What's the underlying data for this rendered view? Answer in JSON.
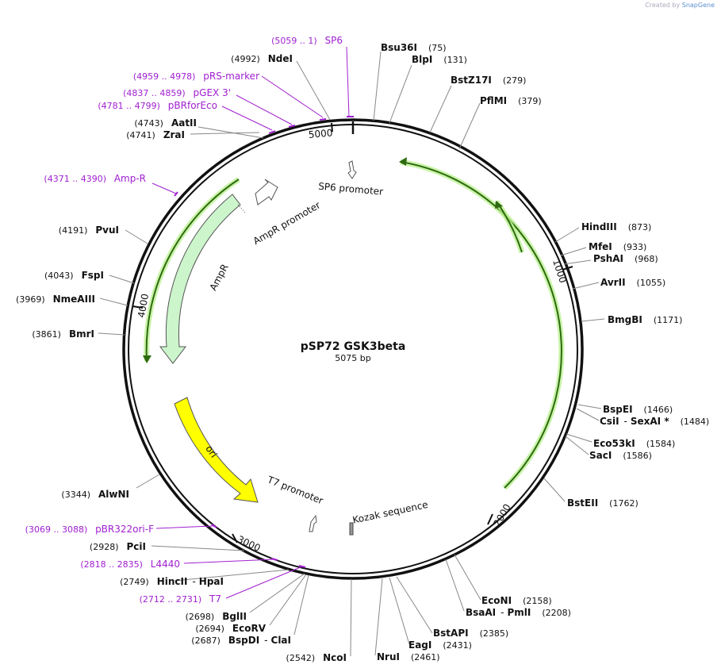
{
  "credit": {
    "prefix": "Created by",
    "brand": "SnapGene"
  },
  "plasmid": {
    "name": "pSP72 GSK3beta",
    "size_label": "5075 bp",
    "length": 5075
  },
  "ticks": [
    {
      "bp": 1000,
      "label": "1000"
    },
    {
      "bp": 2000,
      "label": "2000"
    },
    {
      "bp": 3000,
      "label": "3000"
    },
    {
      "bp": 4000,
      "label": "4000"
    },
    {
      "bp": 5000,
      "label": "5000"
    }
  ],
  "enzymes": [
    {
      "name": "Bsu36I",
      "pos": "(75)"
    },
    {
      "name": "BlpI",
      "pos": "(131)"
    },
    {
      "name": "BstZ17I",
      "pos": "(279)"
    },
    {
      "name": "PflMI",
      "pos": "(379)"
    },
    {
      "name": "HindIII",
      "pos": "(873)"
    },
    {
      "name": "MfeI",
      "pos": "(933)"
    },
    {
      "name": "PshAI",
      "pos": "(968)"
    },
    {
      "name": "AvrII",
      "pos": "(1055)"
    },
    {
      "name": "BmgBI",
      "pos": "(1171)"
    },
    {
      "name": "BspEI",
      "pos": "(1466)"
    },
    {
      "name": "CsiI",
      "sep": "-",
      "name2": "SexAI *",
      "pos": "(1484)"
    },
    {
      "name": "Eco53kI",
      "pos": "(1584)"
    },
    {
      "name": "SacI",
      "pos": "(1586)"
    },
    {
      "name": "BstEII",
      "pos": "(1762)"
    },
    {
      "name": "EcoNI",
      "pos": "(2158)"
    },
    {
      "name": "BsaAI",
      "sep": "-",
      "name2": "PmlI",
      "pos": "(2208)"
    },
    {
      "name": "BstAPI",
      "pos": "(2385)"
    },
    {
      "name": "EagI",
      "pos": "(2431)"
    },
    {
      "name": "NruI",
      "pos": "(2461)"
    },
    {
      "name": "NcoI",
      "pos": "(2542)"
    },
    {
      "name": "BspDI",
      "sep": "-",
      "name2": "ClaI",
      "pos": "(2687)"
    },
    {
      "name": "EcoRV",
      "pos": "(2694)"
    },
    {
      "name": "BglII",
      "pos": "(2698)"
    },
    {
      "name": "HincII",
      "sep": "-",
      "name2": "HpaI",
      "pos": "(2749)"
    },
    {
      "name": "PciI",
      "pos": "(2928)"
    },
    {
      "name": "AlwNI",
      "pos": "(3344)"
    },
    {
      "name": "BmrI",
      "pos": "(3861)"
    },
    {
      "name": "NmeAIII",
      "pos": "(3969)"
    },
    {
      "name": "FspI",
      "pos": "(4043)"
    },
    {
      "name": "PvuI",
      "pos": "(4191)"
    },
    {
      "name": "ZraI",
      "pos": "(4741)"
    },
    {
      "name": "AatII",
      "pos": "(4743)"
    },
    {
      "name": "NdeI",
      "pos": "(4992)"
    }
  ],
  "primers": [
    {
      "name": "SP6",
      "range": "(5059 .. 1)"
    },
    {
      "name": "pRS-marker",
      "range": "(4959 .. 4978)"
    },
    {
      "name": "pGEX 3'",
      "range": "(4837 .. 4859)"
    },
    {
      "name": "pBRforEco",
      "range": "(4781 .. 4799)"
    },
    {
      "name": "Amp-R",
      "range": "(4371 .. 4390)"
    },
    {
      "name": "pBR322ori-F",
      "range": "(3069 .. 3088)"
    },
    {
      "name": "L4440",
      "range": "(2818 .. 2835)"
    },
    {
      "name": "T7",
      "range": "(2712 .. 2731)"
    }
  ],
  "features": {
    "sp6_promoter": "SP6 promoter",
    "ampr_promoter": "AmpR promoter",
    "ampr": "AmpR",
    "ori": "ori",
    "t7_promoter": "T7 promoter",
    "kozak": "Kozak sequence"
  },
  "colors": {
    "backbone": "#111111",
    "primer": "#a020d0",
    "ampr_fill": "#ccf5cc",
    "ori_fill": "#ffff00",
    "orf_glow": "#b8f08c",
    "orf_line": "#2d6a10",
    "cut_line": "#888888"
  }
}
